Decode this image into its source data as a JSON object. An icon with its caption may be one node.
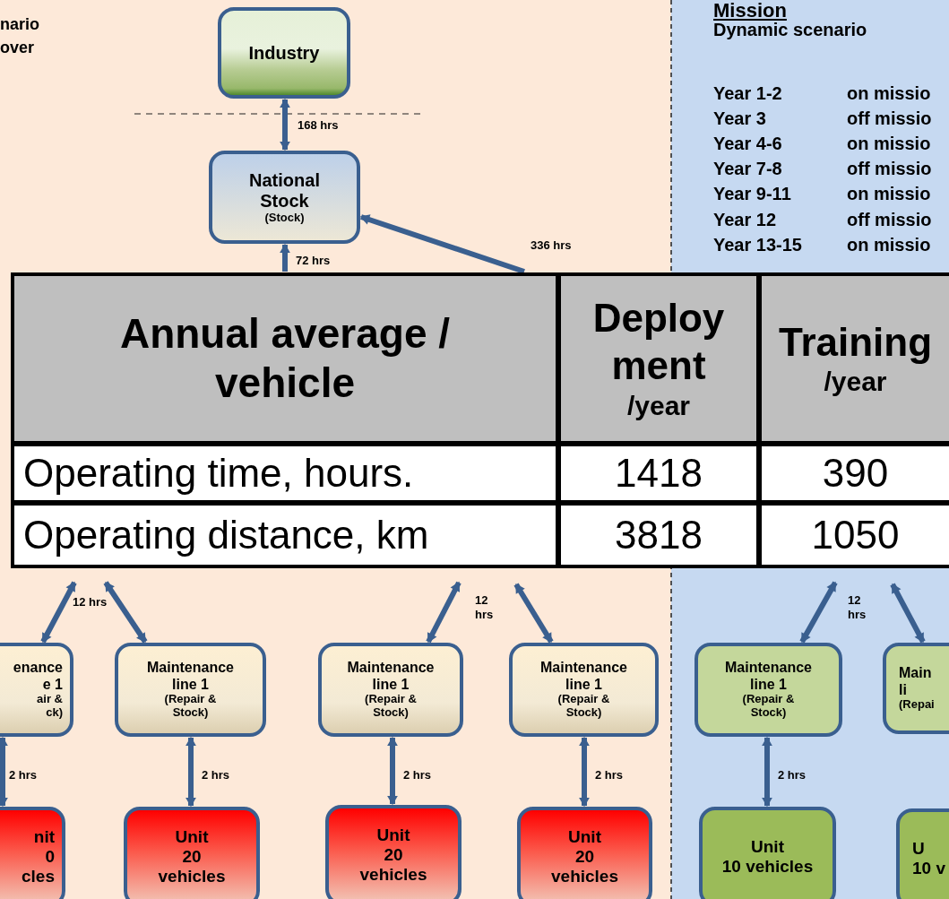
{
  "diagram": {
    "nodes": [
      {
        "text": [
          "Industry"
        ]
      },
      {
        "text": [
          "National Stock",
          "(Stock)"
        ]
      },
      {
        "text": [
          "enance e 1",
          "air & ck)"
        ]
      },
      {
        "text": [
          "Maintenance line 1",
          "(Repair & Stock)"
        ]
      },
      {
        "text": [
          "Maintenance line 1",
          "(Repair & Stock)"
        ]
      },
      {
        "text": [
          "Maintenance line 1",
          "(Repair & Stock)"
        ]
      },
      {
        "text": [
          "Maintenance line 1",
          "(Repair & Stock)"
        ]
      },
      {
        "text": [
          "Main li",
          "(Repai"
        ]
      },
      {
        "text": [
          "nit",
          "0 cles"
        ]
      },
      {
        "text": [
          "Unit",
          "20 vehicles"
        ]
      },
      {
        "text": [
          "Unit",
          "20 vehicles"
        ]
      },
      {
        "text": [
          "Unit",
          "20 vehicles"
        ]
      },
      {
        "text": [
          "Unit",
          "10 vehicles"
        ]
      },
      {
        "text": [
          "U",
          "10 v"
        ]
      }
    ],
    "edges": [
      {
        "from": 0,
        "to": 1,
        "arrow": "both",
        "label": "168 hrs"
      },
      {
        "from": null,
        "to": 1,
        "arrow": "to",
        "label": "336 hrs"
      },
      {
        "from": null,
        "to": 1,
        "arrow": "to",
        "label": "72 hrs"
      },
      {
        "from": null,
        "to": 2,
        "arrow": "both",
        "label": "12 hrs"
      },
      {
        "from": null,
        "to": 3,
        "arrow": "both"
      },
      {
        "from": null,
        "to": 4,
        "arrow": "both",
        "label": "12 hrs"
      },
      {
        "from": null,
        "to": 5,
        "arrow": "both"
      },
      {
        "from": null,
        "to": 6,
        "arrow": "both",
        "label": "12 hrs"
      },
      {
        "from": null,
        "to": 7,
        "arrow": "both"
      },
      {
        "from": 2,
        "to": 8,
        "arrow": "both",
        "label": "2 hrs"
      },
      {
        "from": 3,
        "to": 9,
        "arrow": "both",
        "label": "2 hrs"
      },
      {
        "from": 4,
        "to": 10,
        "arrow": "both",
        "label": "2 hrs"
      },
      {
        "from": 5,
        "to": 11,
        "arrow": "both",
        "label": "2 hrs"
      },
      {
        "from": 6,
        "to": 12,
        "arrow": "both",
        "label": "2 hrs"
      }
    ],
    "labels": [
      "nario",
      "over",
      "Mission",
      "Dynamic scenario",
      "Year 1-2",
      "on missio",
      "Year 3",
      "off missio",
      "Year 4-6",
      "on missio",
      "Year 7-8",
      "off missio",
      "Year 9-11",
      "on missio",
      "Year 12",
      "off missio",
      "Year 13-15",
      "on missio",
      "Annual average / vehicle",
      "Deploy ment",
      "/year",
      "Training",
      "/year",
      "Operating time, hours.",
      "1418",
      "390",
      "Operating distance, km",
      "3818",
      "1050"
    ]
  }
}
